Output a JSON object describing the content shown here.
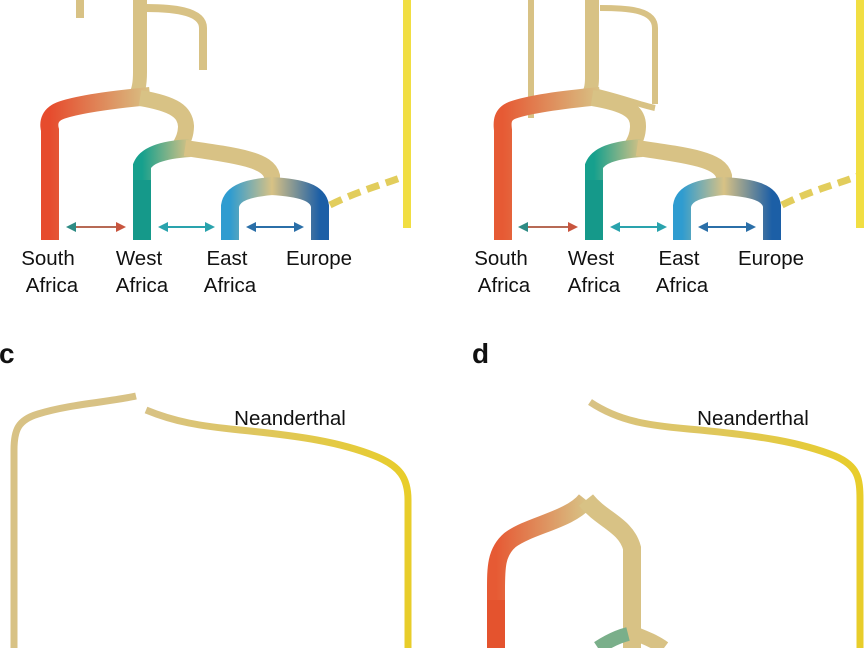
{
  "panel_labels": {
    "c": "c",
    "d": "d"
  },
  "populations": {
    "south_africa": [
      "South",
      "Africa"
    ],
    "west_africa": [
      "West",
      "Africa"
    ],
    "east_africa": [
      "East",
      "Africa"
    ],
    "europe": [
      "Europe"
    ]
  },
  "archaic": {
    "neanderthal": "Neanderthal"
  },
  "colors": {
    "stem": "#d8c285",
    "stem_light": "#eadcb4",
    "south_africa": "#e64b2d",
    "south_africa_deep": "#d84f3a",
    "west_africa": "#17988a",
    "east_africa": "#2f9cd0",
    "europe": "#1c5fa6",
    "neanderthal": "#e8cd2a",
    "arrow_sa_wa_left": "#2e8b84",
    "arrow_sa_wa_right": "#c8553e",
    "arrow_wa_ea": "#2aa3ad",
    "arrow_ea_eu": "#2b6fa8"
  }
}
